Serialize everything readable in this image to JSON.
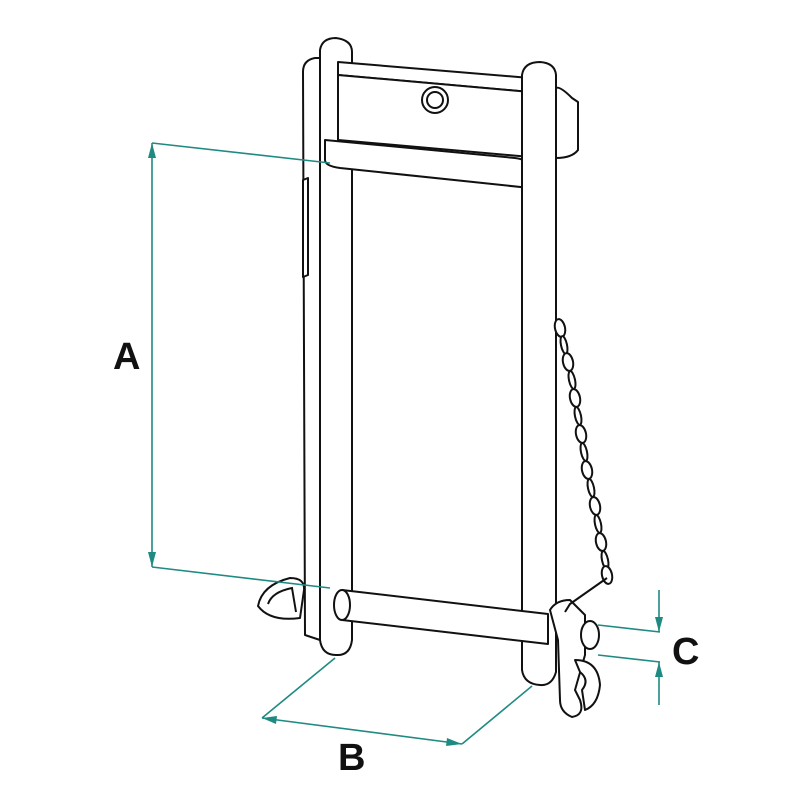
{
  "diagram": {
    "labels": {
      "a": "A",
      "b": "B",
      "c": "C"
    },
    "colors": {
      "dimension": "#1f8a82",
      "outline": "#111111"
    }
  }
}
